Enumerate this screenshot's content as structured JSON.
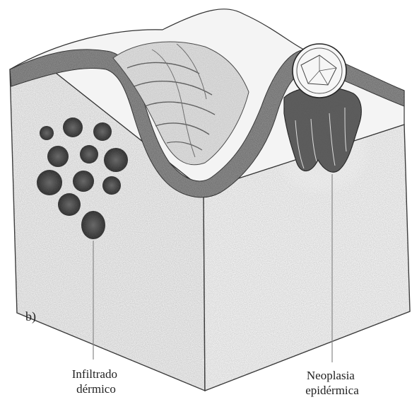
{
  "figure": {
    "panel_label": "b)",
    "labels": {
      "dermal_infiltrate": [
        "Infiltrado",
        "dérmico"
      ],
      "epidermal_neoplasia": [
        "Neoplasia",
        "epidérmica"
      ]
    }
  }
}
